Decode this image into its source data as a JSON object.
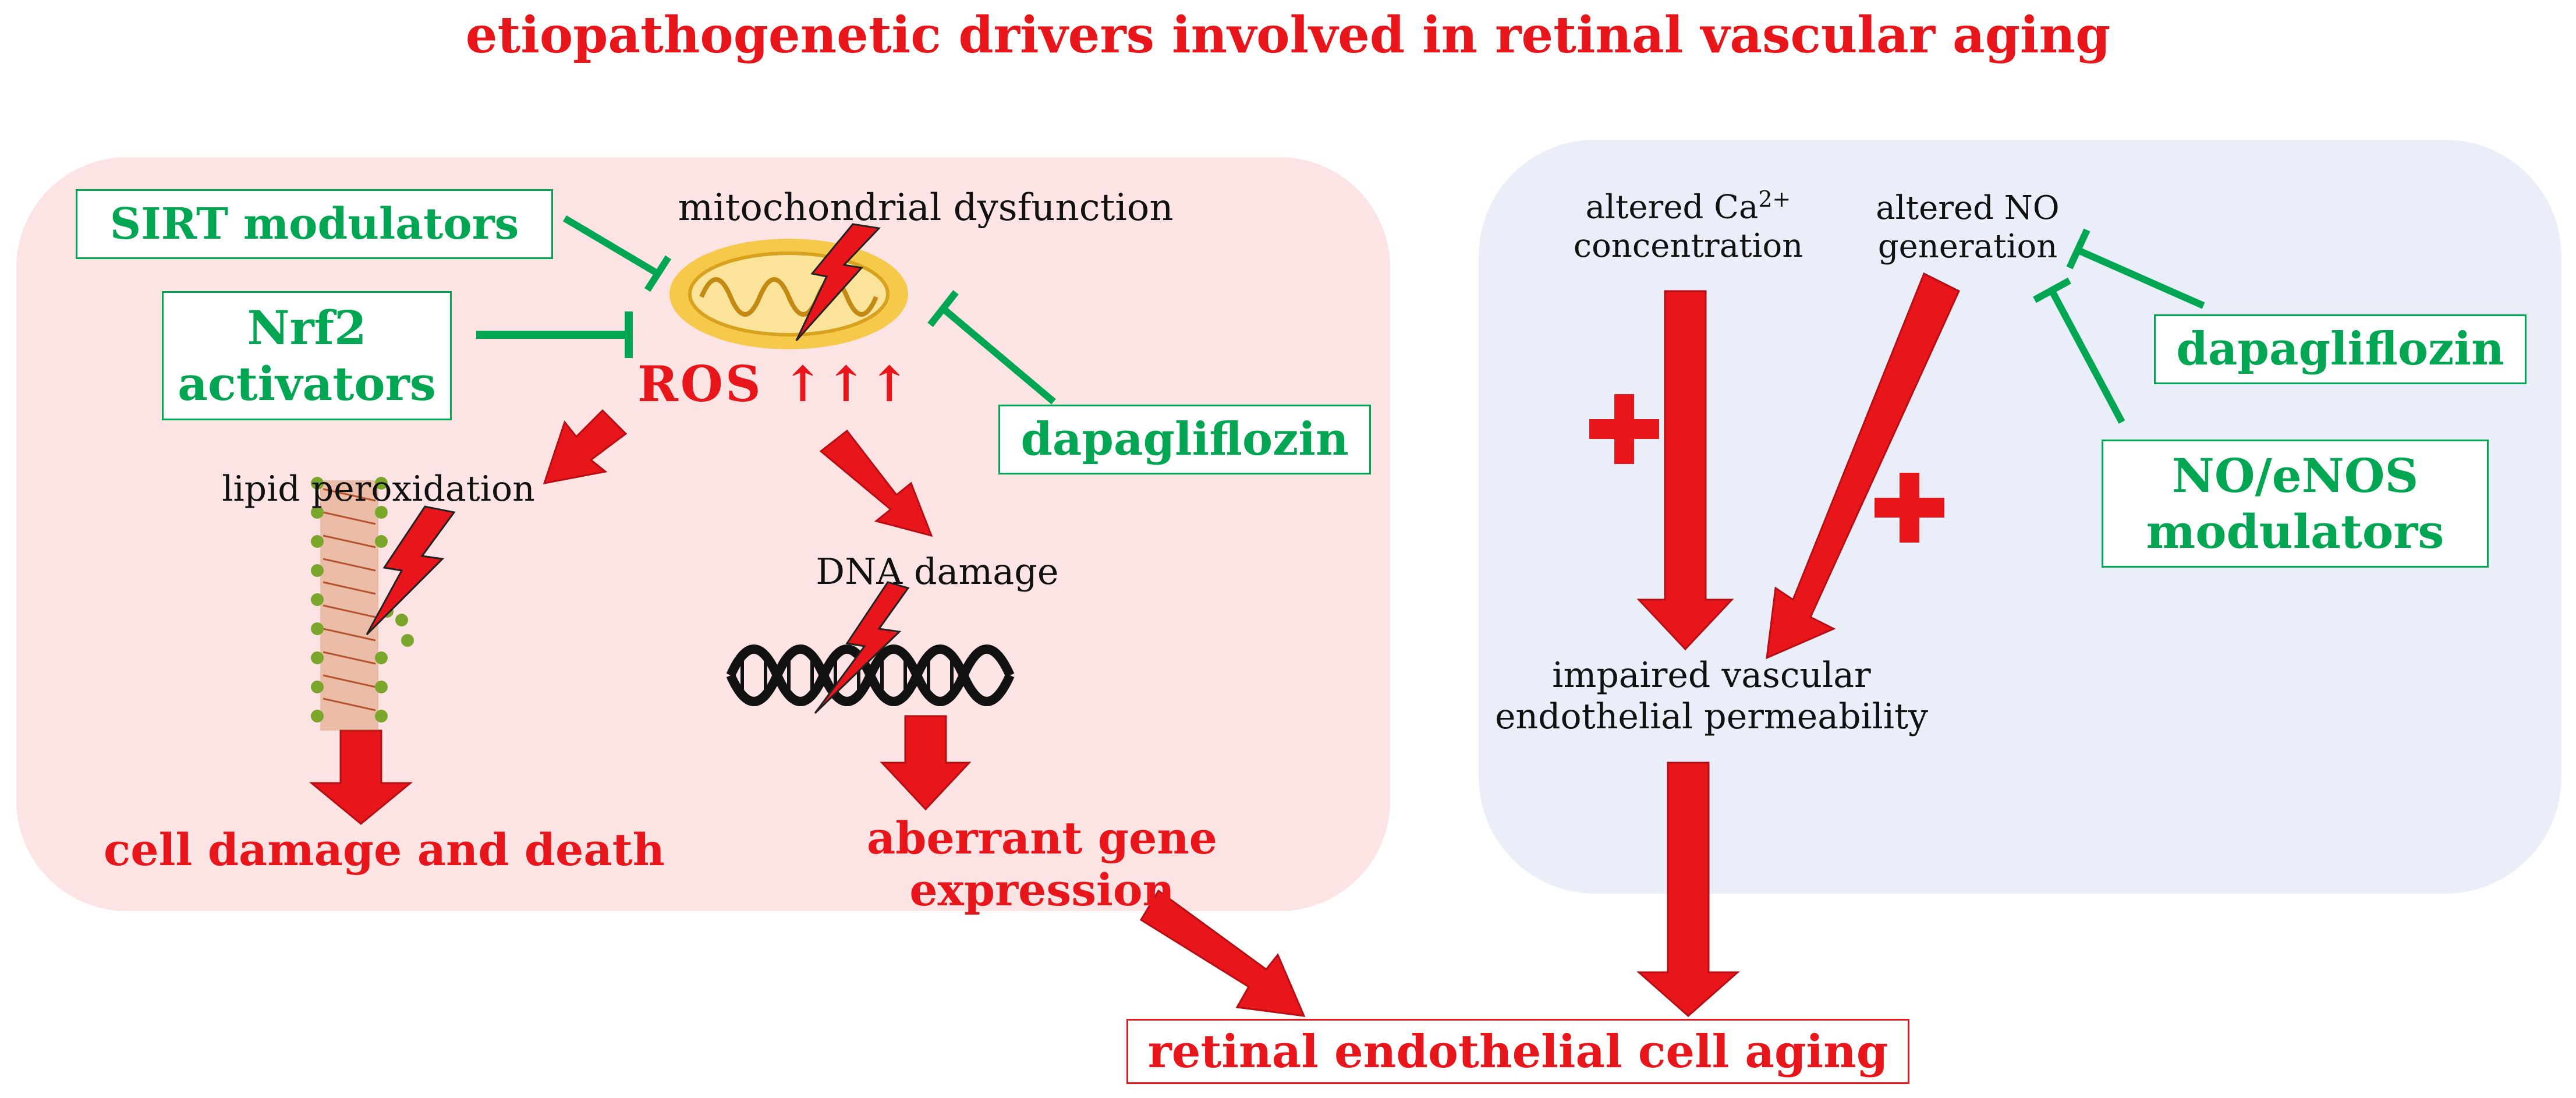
{
  "title": "etiopathogenetic drivers involved in retinal vascular aging",
  "left_panel": {
    "sirt_box": "SIRT modulators",
    "nrf2_line1": "Nrf2",
    "nrf2_line2": "activators",
    "mito_label": "mitochondrial dysfunction",
    "ros_label": "ROS ↑↑↑",
    "dapa_box": "dapagliflozin",
    "lipid_label": "lipid peroxidation",
    "dna_label": "DNA damage",
    "cell_damage": "cell damage and death",
    "gene_expression": "aberrant gene expression"
  },
  "right_panel": {
    "ca_line1": "altered Ca",
    "ca_sup": "2+",
    "ca_line2": "concentration",
    "no_line1": "altered NO",
    "no_line2": "generation",
    "dapa_box": "dapagliflozin",
    "noenos_line1": "NO/eNOS",
    "noenos_line2": "modulators",
    "permeability_line1": "impaired vascular",
    "permeability_line2": "endothelial permeability"
  },
  "output_box": "retinal endothelial cell aging",
  "colors": {
    "red": "#e8151b",
    "green": "#00a651",
    "left_panel_bg": "#fde4e4",
    "right_panel_bg": "#e9eef8",
    "mito": "#f6c94b"
  }
}
